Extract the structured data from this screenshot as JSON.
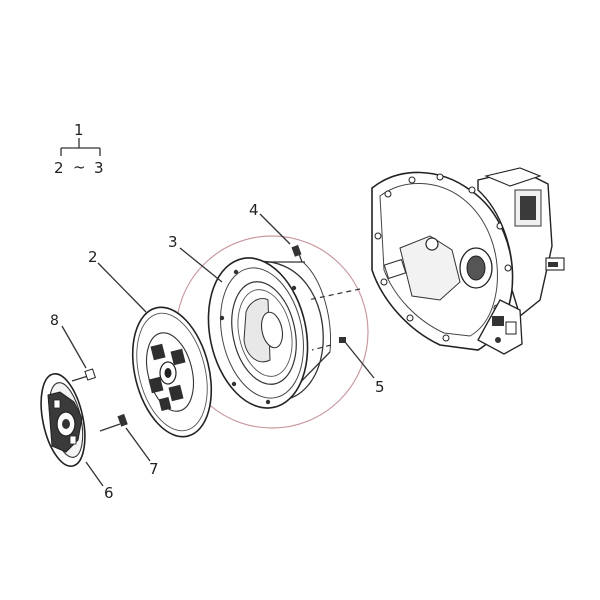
{
  "diagram": {
    "tree": {
      "top": "1",
      "bottom_left": "2",
      "bottom_sep": "~",
      "bottom_right": "3"
    },
    "callouts": {
      "c2": "2",
      "c3": "3",
      "c4": "4",
      "c5": "5",
      "c6": "6",
      "c7": "7",
      "c8": "8"
    },
    "highlight_color": "#c89aa0"
  }
}
